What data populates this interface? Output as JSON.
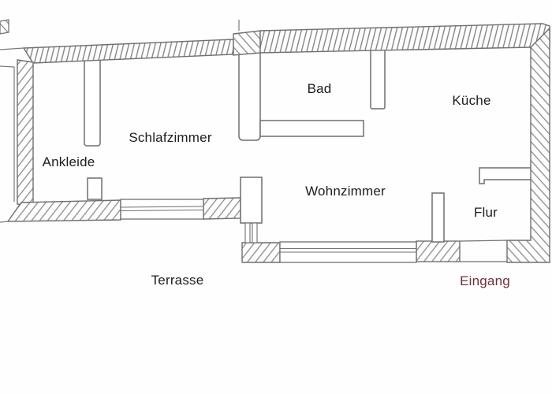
{
  "drawing": {
    "kind": "hand-drawn apartment floor plan"
  },
  "colors": {
    "background": "#fefefe",
    "pencil_outline": "#6f6f6f",
    "pencil_hatch": "#868686",
    "label_text": "#1d1d1d",
    "entrance_label_text": "#702f38"
  },
  "rooms": {
    "ankleide": {
      "label": "Ankleide"
    },
    "schlafzimmer": {
      "label": "Schlafzimmer"
    },
    "bad": {
      "label": "Bad"
    },
    "kueche": {
      "label": "Küche"
    },
    "wohnzimmer": {
      "label": "Wohnzimmer"
    },
    "flur": {
      "label": "Flur"
    }
  },
  "exterior": {
    "terrasse": {
      "label": "Terrasse"
    },
    "eingang": {
      "label": "Eingang"
    }
  }
}
